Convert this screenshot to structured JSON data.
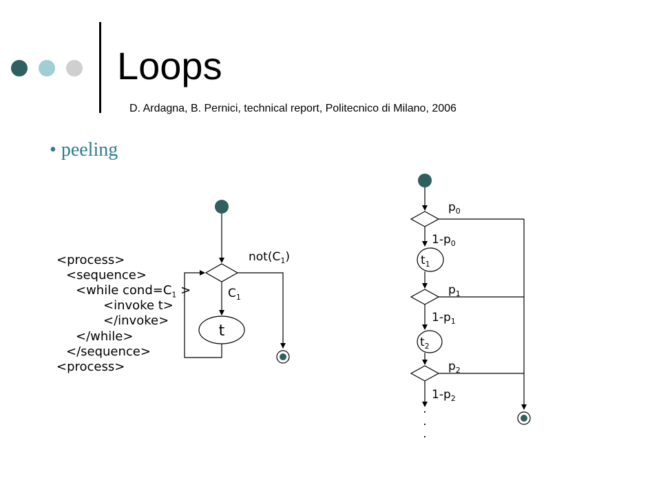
{
  "header": {
    "title": "Loops",
    "citation": "D. Ardagna, B. Pernici, technical report, Politecnico di Milano, 2006",
    "dot_colors": [
      "#2f5f5f",
      "#9fcfd3",
      "#cfcfcf"
    ]
  },
  "bullet": {
    "symbol": "•",
    "text": "peeling",
    "color": "#2b7f86"
  },
  "code_lines": [
    "<process>",
    "<sequence>",
    "<while cond=C",
    "<invoke t>",
    "</invoke>",
    "</while>",
    "</sequence>",
    "<process>"
  ],
  "code_while_sub": "1",
  "code_while_tail": " >",
  "left_diagram": {
    "guard_label": "C",
    "guard_sub": "1",
    "exit_label_pre": "not(C",
    "exit_label_sub": "1",
    "exit_label_post": ")",
    "task_label": "t"
  },
  "right_diagram": {
    "branches": [
      {
        "p": "p",
        "p_sub": "0",
        "q": "1-p",
        "q_sub": "0",
        "task": "t",
        "task_sub": "1"
      },
      {
        "p": "p",
        "p_sub": "1",
        "q": "1-p",
        "q_sub": "1",
        "task": "t",
        "task_sub": "2"
      },
      {
        "p": "p",
        "p_sub": "2",
        "q": "1-p",
        "q_sub": "2"
      }
    ],
    "ellipsis": "·"
  },
  "colors": {
    "node_fill": "#2f5f5f"
  }
}
